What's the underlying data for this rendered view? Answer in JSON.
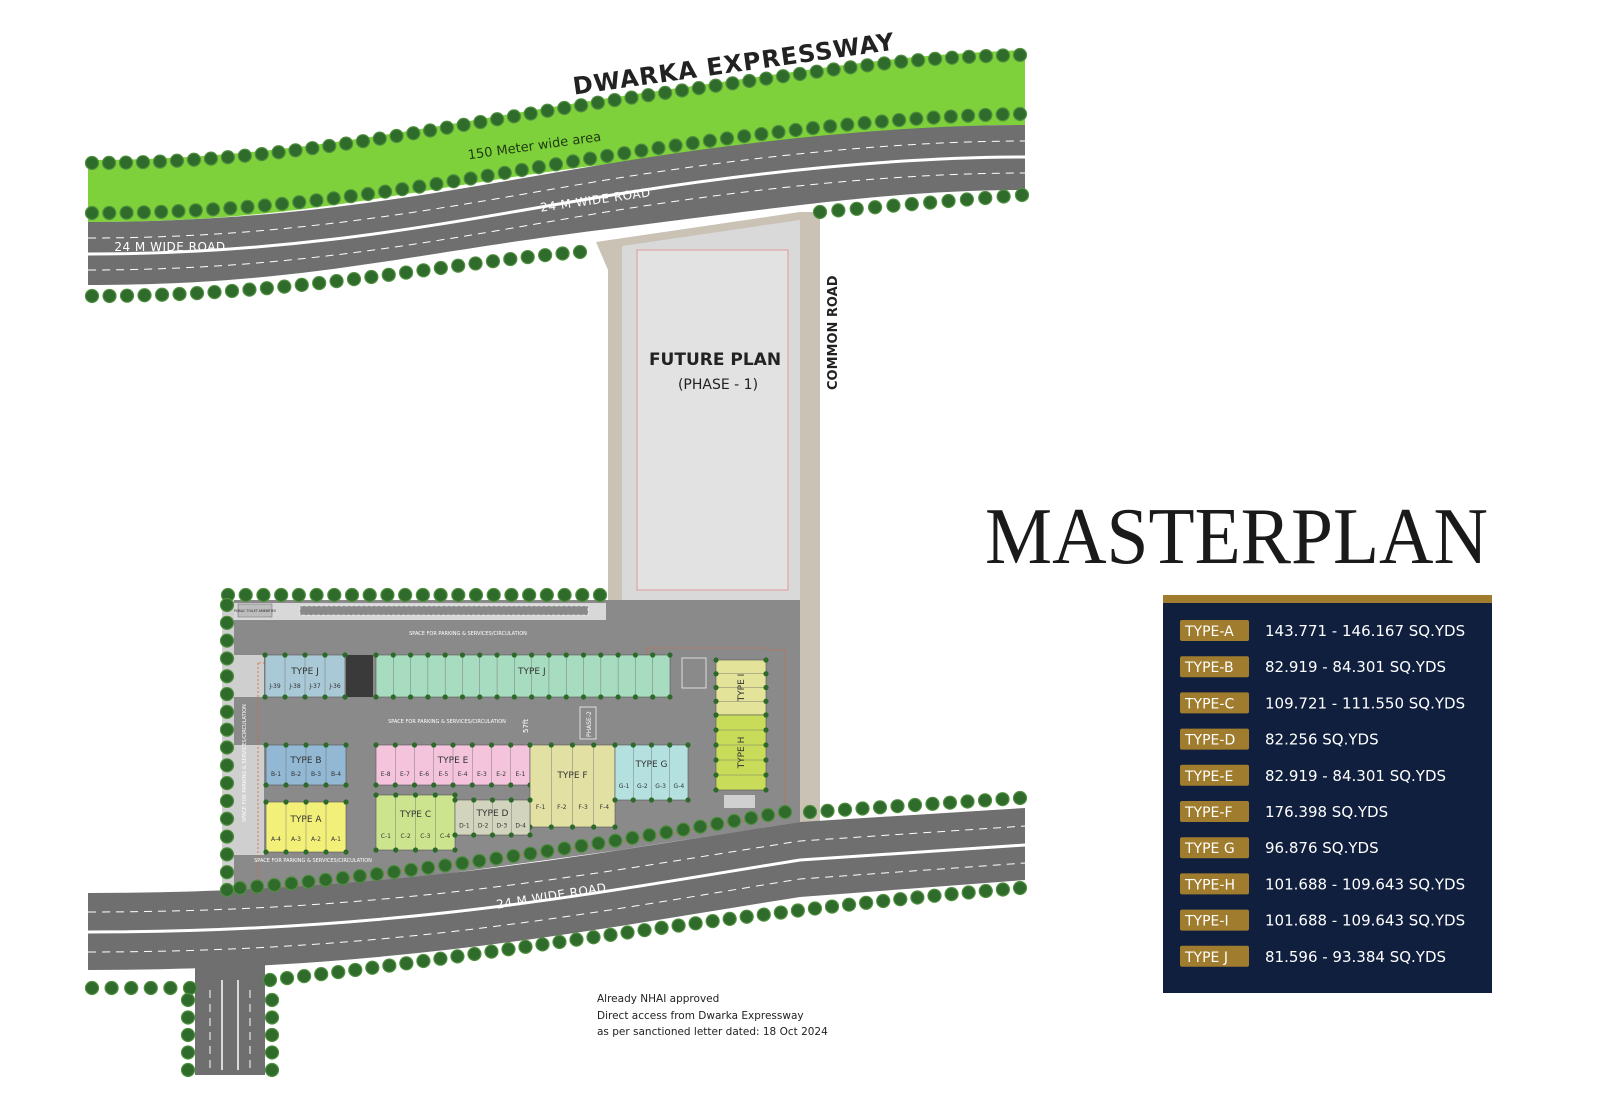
{
  "title": "MASTERPLAN",
  "map_labels": {
    "expressway": "DWARKA EXPRESSWAY",
    "green_area": "150 Meter wide area",
    "road_top_right": "24 M WIDE ROAD",
    "road_top_left": "24 M WIDE ROAD",
    "road_bottom": "24 M WIDE ROAD",
    "common_road": "COMMON ROAD",
    "future_plan": "FUTURE PLAN",
    "future_phase": "(PHASE - 1)",
    "phase2": "PHASE-2",
    "road_width": "57ft",
    "parking_top": "SPACE FOR PARKING & SERVICES/CIRCULATION",
    "parking_middle": "SPACE FOR PARKING & SERVICES/CIRCULATION",
    "parking_left": "SPACE FOR PARKING & SERVICES/CIRCULATION",
    "parking_bottom": "SPACE FOR PARKING & SERVICES/CIRCULATION",
    "toilet": "PUBLIC TOILET AMENITIES"
  },
  "blocks": [
    {
      "label": "TYPE J",
      "units": [
        "J-39",
        "J-38",
        "J-37",
        "J-36"
      ],
      "color": "#a9c9d6"
    },
    {
      "label": "TYPE J",
      "units": [],
      "color": "#a8dcc0"
    },
    {
      "label": "TYPE I",
      "units": [],
      "color": "#e3e39a"
    },
    {
      "label": "TYPE H",
      "units": [],
      "color": "#c9dc5a"
    },
    {
      "label": "TYPE B",
      "units": [
        "B-1",
        "B-2",
        "B-3",
        "B-4"
      ],
      "color": "#92b8d3"
    },
    {
      "label": "TYPE E",
      "units": [
        "E-8",
        "E-7",
        "E-6",
        "E-5",
        "E-4",
        "E-3",
        "E-2",
        "E-1"
      ],
      "color": "#f4c4dc"
    },
    {
      "label": "TYPE F",
      "units": [
        "F-1",
        "F-2",
        "F-3",
        "F-4"
      ],
      "color": "#e2e0a2"
    },
    {
      "label": "TYPE G",
      "units": [
        "G-1",
        "G-2",
        "G-3",
        "G-4"
      ],
      "color": "#b4e0e0"
    },
    {
      "label": "TYPE A",
      "units": [
        "A-4",
        "A-3",
        "A-2",
        "A-1"
      ],
      "color": "#f3f07a"
    },
    {
      "label": "TYPE C",
      "units": [
        "C-1",
        "C-2",
        "C-3",
        "C-4"
      ],
      "color": "#cde48e"
    },
    {
      "label": "TYPE D",
      "units": [
        "D-1",
        "D-2",
        "D-3",
        "D-4"
      ],
      "color": "#d3d4bd"
    }
  ],
  "legend": [
    {
      "type": "TYPE-A",
      "size": "143.771 - 146.167 SQ.YDS"
    },
    {
      "type": "TYPE-B",
      "size": "82.919 - 84.301 SQ.YDS"
    },
    {
      "type": "TYPE-C",
      "size": "109.721 - 111.550 SQ.YDS"
    },
    {
      "type": "TYPE-D",
      "size": "82.256 SQ.YDS"
    },
    {
      "type": "TYPE-E",
      "size": "82.919 - 84.301 SQ.YDS"
    },
    {
      "type": "TYPE-F",
      "size": "176.398 SQ.YDS"
    },
    {
      "type": "TYPE G",
      "size": "96.876 SQ.YDS"
    },
    {
      "type": "TYPE-H",
      "size": "101.688 - 109.643 SQ.YDS"
    },
    {
      "type": "TYPE-I",
      "size": "101.688 - 109.643 SQ.YDS"
    },
    {
      "type": "TYPE J",
      "size": "81.596 - 93.384 SQ.YDS"
    }
  ],
  "notes": [
    "Already NHAI approved",
    "Direct access from Dwarka Expressway",
    "as per sanctioned letter dated: 18 Oct 2024"
  ],
  "colors": {
    "legend_bg": "#0f1f3d",
    "legend_accent": "#a07c2e",
    "green_area": "#7ed13a",
    "road": "#6f6f6f",
    "tree": "#2f6b2a",
    "site": "#8a8a8a",
    "future_plan": "#d9d9d9"
  }
}
